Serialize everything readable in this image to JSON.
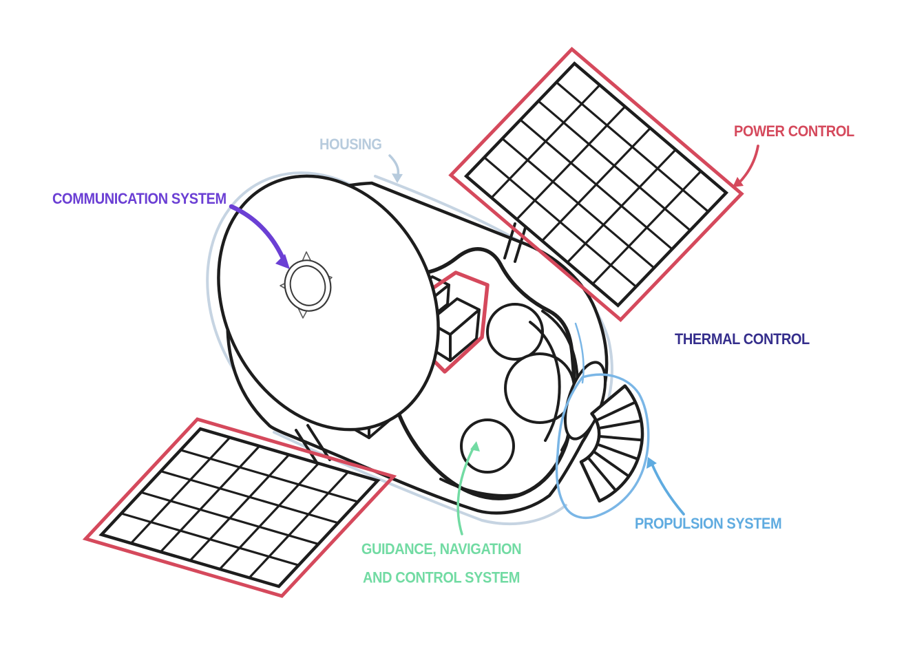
{
  "labels": {
    "housing": {
      "text": "HOUSING",
      "color": "#b7cbdd"
    },
    "power_control": {
      "text": "POWER CONTROL",
      "color": "#d5495c"
    },
    "communication_system": {
      "text": "COMMUNICATION SYSTEM",
      "color": "#6b3fd4"
    },
    "thermal_control": {
      "text": "THERMAL CONTROL",
      "color": "#352e8c"
    },
    "propulsion_system": {
      "text": "PROPULSION SYSTEM",
      "color": "#5fabe0"
    },
    "guidance_navigation_control": {
      "line1": "GUIDANCE, NAVIGATION",
      "line2": "AND CONTROL SYSTEM",
      "color": "#72dba3"
    }
  },
  "illustration": {
    "subject": "hand-drawn cutaway satellite sketch",
    "parts": [
      "housing cylinder with pale blue offset shadow outline",
      "end cap with ringed antenna emblem and four-point star",
      "solar panel top right, red outline, 6x6 black grid, diamond orientation",
      "solar panel bottom left, red outline, 6x5 black grid",
      "red-highlighted internal electronics box",
      "internal spherical tanks and isometric boxes",
      "ribbed propulsion nozzle with light blue highlight outline"
    ],
    "line_color": "#1d1d1d",
    "panel_outline_color": "#d5495c",
    "box_highlight_color": "#d5495c",
    "housing_shadow_color": "#c6d4e2",
    "nozzle_highlight_color": "#7ab6e6",
    "background_color": "#ffffff"
  }
}
